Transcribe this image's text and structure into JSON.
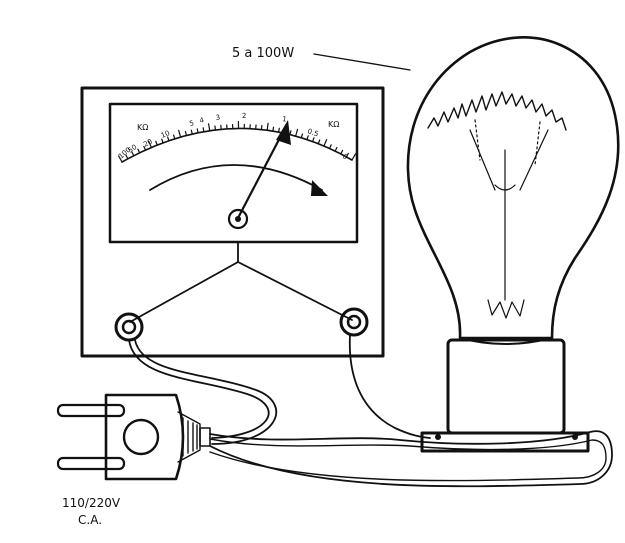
{
  "labels": {
    "lamp_power": "5 a 100W",
    "mains_voltage": "110/220V",
    "mains_type": "C.A."
  },
  "meter": {
    "unit_left": "KΩ",
    "unit_right": "KΩ",
    "scale_labels": [
      "100",
      "50",
      "20",
      "10",
      "5",
      "4",
      "3",
      "2",
      "1",
      "0.5",
      "0"
    ]
  }
}
